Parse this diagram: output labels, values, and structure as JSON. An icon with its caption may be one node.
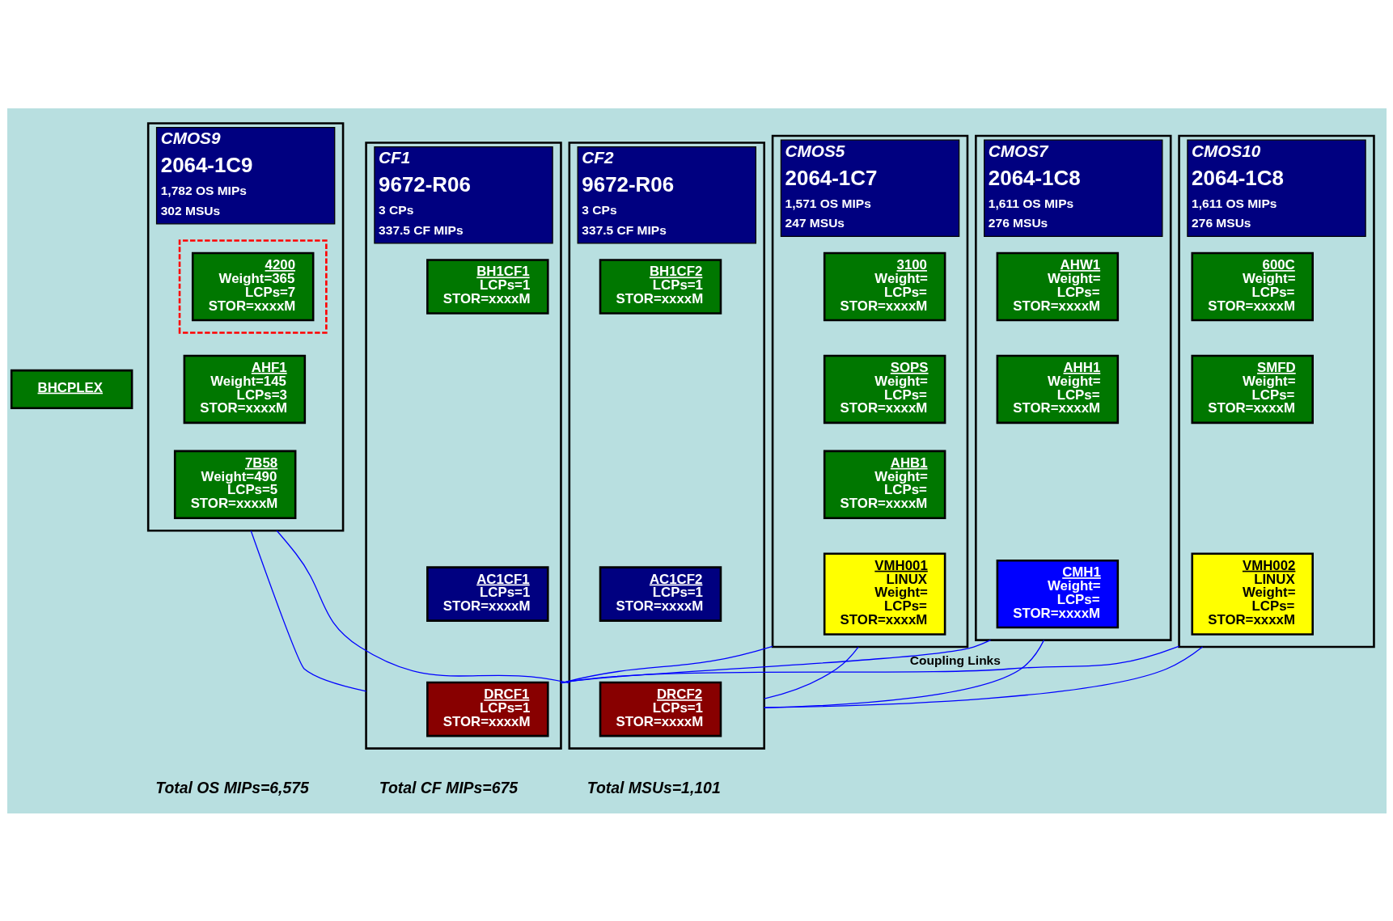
{
  "diagram": {
    "nodes": [
      {
        "text": [
          "BHCPLEX"
        ]
      },
      {
        "text": [
          "CMOS9",
          "2064-1C9",
          "1,782 OS MIPs",
          "302 MSUs"
        ]
      },
      {
        "text": [],
        "shape": "box",
        "in": 1
      },
      {
        "text": [
          "4200",
          "Weight=365",
          "LCPs=7",
          "STOR=xxxxM"
        ],
        "in": 2
      },
      {
        "text": [
          "AHF1",
          "Weight=145",
          "LCPs=3",
          "STOR=xxxxM"
        ],
        "in": 1
      },
      {
        "text": [
          "7B58",
          "Weight=490",
          "LCPs=5",
          "STOR=xxxxM"
        ],
        "in": 1
      },
      {
        "text": [
          "CMOS10",
          "2064-1C8",
          "1,611 OS MIPs",
          "276 MSUs"
        ]
      },
      {
        "text": [
          "600C",
          "Weight=",
          "LCPs=",
          "STOR=xxxxM"
        ],
        "in": 6
      },
      {
        "text": [
          "SMFD",
          "Weight=",
          "LCPs=",
          "STOR=xxxxM"
        ],
        "in": 6
      },
      {
        "text": [
          "VMH002",
          "LINUX",
          "Weight=",
          "LCPs=",
          "STOR=xxxxM"
        ],
        "in": 6
      },
      {
        "text": [
          "CMOS5",
          "2064-1C7",
          "1,571 OS MIPs",
          "247 MSUs"
        ]
      },
      {
        "text": [
          "3100",
          "Weight=",
          "LCPs=",
          "STOR=xxxxM"
        ],
        "in": 10
      },
      {
        "text": [
          "SOPS",
          "Weight=",
          "LCPs=",
          "STOR=xxxxM"
        ],
        "in": 10
      },
      {
        "text": [
          "AHB1",
          "Weight=",
          "LCPs=",
          "STOR=xxxxM"
        ],
        "in": 10
      },
      {
        "text": [
          "VMH001",
          "LINUX",
          "Weight=",
          "LCPs=",
          "STOR=xxxxM"
        ],
        "in": 10
      },
      {
        "text": [
          "CMOS7",
          "2064-1C8",
          "1,611 OS MIPs",
          "276 MSUs"
        ]
      },
      {
        "text": [
          "AHW1",
          "Weight=",
          "LCPs=",
          "STOR=xxxxM"
        ],
        "in": 15
      },
      {
        "text": [
          "AHH1",
          "Weight=",
          "LCPs=",
          "STOR=xxxxM"
        ],
        "in": 15
      },
      {
        "text": [
          "CMH1",
          "Weight=",
          "LCPs=",
          "STOR=xxxxM"
        ],
        "in": 15
      },
      {
        "text": [
          "CF1",
          "9672-R06",
          "3 CPs",
          "337.5 CF MIPs"
        ]
      },
      {
        "text": [
          "BH1CF1",
          "LCPs=1",
          "STOR=xxxxM"
        ],
        "in": 19
      },
      {
        "text": [
          "AC1CF1",
          "LCPs=1",
          "STOR=xxxxM"
        ],
        "in": 19
      },
      {
        "text": [
          "DRCF1",
          "LCPs=1",
          "STOR=xxxxM"
        ],
        "in": 19
      },
      {
        "text": [
          "CF2",
          "9672-R06",
          "3 CPs",
          "337.5 CF MIPs"
        ]
      },
      {
        "text": [
          "BH1CF2",
          "LCPs=1",
          "STOR=xxxxM"
        ],
        "in": 23
      },
      {
        "text": [
          "AC1CF2",
          "LCPs=1",
          "STOR=xxxxM"
        ],
        "in": 23
      },
      {
        "text": [
          "DRCF2",
          "LCPs=1",
          "STOR=xxxxM"
        ],
        "in": 23
      }
    ],
    "edges": [
      {
        "from": 19,
        "to": 1,
        "arrow": "none",
        "color": "#0000ff"
      },
      {
        "from": 19,
        "to": 6,
        "arrow": "none",
        "color": "#0000ff"
      },
      {
        "from": 19,
        "to": 10,
        "arrow": "none",
        "color": "#0000ff"
      },
      {
        "from": 19,
        "to": 15,
        "arrow": "none",
        "color": "#0000ff",
        "label": "Coupling Links"
      },
      {
        "from": 23,
        "to": 1,
        "arrow": "none",
        "color": "#0000ff"
      },
      {
        "from": 23,
        "to": 6,
        "arrow": "none",
        "color": "#0000ff"
      },
      {
        "from": 23,
        "to": 10,
        "arrow": "none",
        "color": "#0000ff"
      },
      {
        "from": 23,
        "to": 15,
        "arrow": "none",
        "color": "#0000ff"
      }
    ],
    "labels": [
      "Total OS MIPs=6,575",
      "Total CF MIPs=675",
      "Total MSUs=1,101"
    ]
  }
}
